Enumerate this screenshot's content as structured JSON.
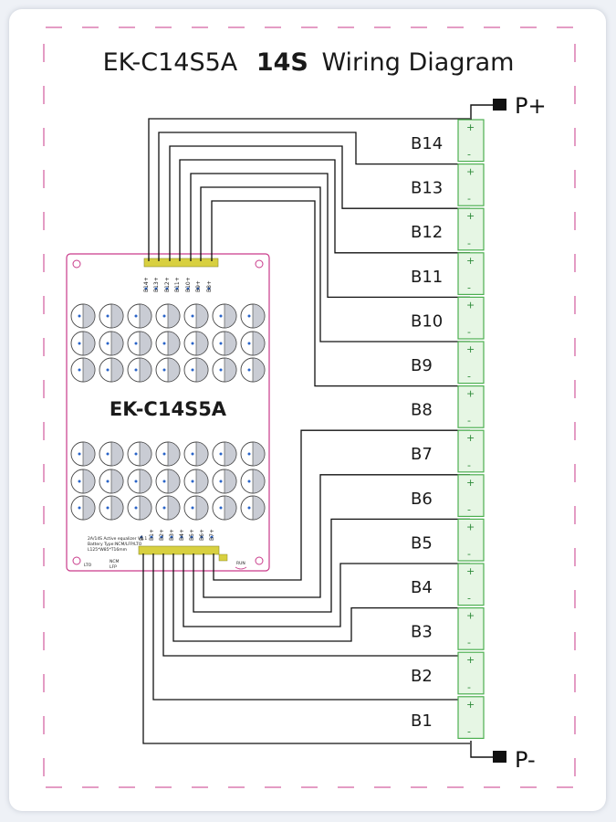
{
  "title": {
    "model": "EK-C14S5A",
    "cells": "14S",
    "rest": "Wiring Diagram"
  },
  "board": {
    "label": "EK-C14S5A",
    "top_pins": [
      "B14+",
      "B13+",
      "B12+",
      "B11+",
      "B10+",
      "B9+",
      "B8+"
    ],
    "bottom_pins": [
      "B-",
      "B1+",
      "B2+",
      "B3+",
      "B4+",
      "B5+",
      "B6+",
      "B7+"
    ],
    "print_line1": "2A/14S Active equalizer V1.1",
    "print_line2": "Battery Type:NCM/LFP/LTO",
    "print_line3": "L125*W85*T16mm",
    "tag_lto": "LTO",
    "tag_ncm": "NCM",
    "tag_lfp": "LFP",
    "tag_run": "RUN"
  },
  "batteries": [
    "B14",
    "B13",
    "B12",
    "B11",
    "B10",
    "B9",
    "B8",
    "B7",
    "B6",
    "B5",
    "B4",
    "B3",
    "B2",
    "B1"
  ],
  "cell_plus": "+",
  "cell_minus": "-",
  "terminals": {
    "positive": "P+",
    "negative": "P-"
  },
  "colors": {
    "wire": "#111111",
    "battery": "#4caf50",
    "battery_fill": "#e6f6e4",
    "board": "#c93a8a",
    "dashes": "#c93a8a",
    "connector": "#d8d040"
  }
}
